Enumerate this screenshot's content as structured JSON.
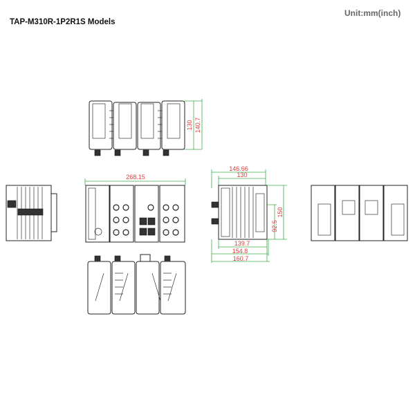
{
  "header": {
    "title": "TAP-M310R-1P2R1S Models",
    "unit": "Unit:mm(inch)"
  },
  "dimensions": {
    "top_height_inner": "130",
    "top_height_outer": "140.7",
    "front_width": "268.15",
    "side_top_outer": "146.66",
    "side_top_inner": "130",
    "side_height": "150",
    "side_partial_height": "92.5",
    "side_bottom_1": "139.7",
    "side_bottom_2": "154.8",
    "side_bottom_3": "160.7"
  },
  "colors": {
    "dimension_line": "#3cb04a",
    "dimension_text": "#e03c3c"
  }
}
